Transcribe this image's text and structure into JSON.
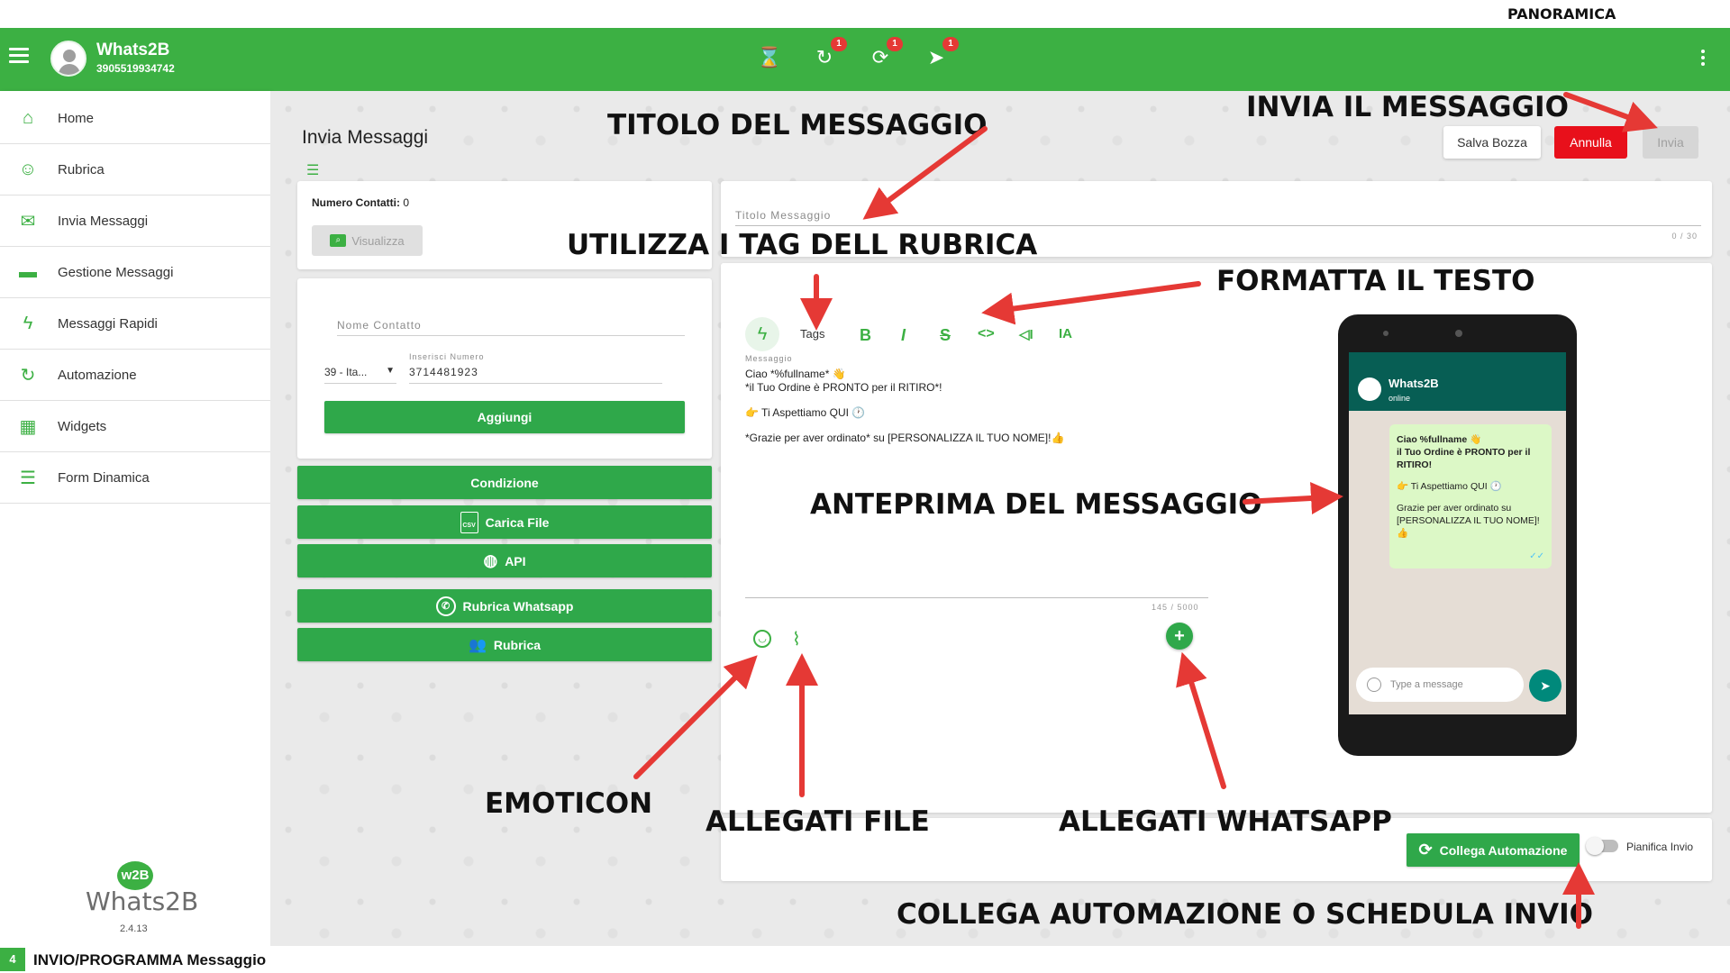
{
  "top_caption": "PANORAMICA",
  "appbar": {
    "app_name": "Whats2B",
    "phone": "3905519934742",
    "badges": [
      "1",
      "1",
      "1"
    ]
  },
  "sidebar": {
    "items": [
      {
        "label": "Home",
        "icon": "home-icon"
      },
      {
        "label": "Rubrica",
        "icon": "contacts-icon"
      },
      {
        "label": "Invia Messaggi",
        "icon": "mail-icon"
      },
      {
        "label": "Gestione Messaggi",
        "icon": "folder-icon"
      },
      {
        "label": "Messaggi Rapidi",
        "icon": "bolt-icon"
      },
      {
        "label": "Automazione",
        "icon": "sync-icon"
      },
      {
        "label": "Widgets",
        "icon": "widgets-icon"
      },
      {
        "label": "Form Dinamica",
        "icon": "form-icon"
      }
    ],
    "logo_mark": "w2B",
    "logo_text": "Whats2B",
    "version": "2.4.13"
  },
  "page": {
    "title": "Invia Messaggi",
    "buttons": {
      "draft": "Salva Bozza",
      "cancel": "Annulla",
      "send": "Invia"
    },
    "contacts_count_label": "Numero Contatti:",
    "contacts_count": "0",
    "view_button": "Visualizza",
    "contact_name_placeholder": "Nome Contatto",
    "country_code": "39 - Ita...",
    "number_label": "Inserisci Numero",
    "number_value": "3714481923",
    "add_button": "Aggiungi",
    "condition_button": "Condizione",
    "upload_button": "Carica File",
    "api_button": "API",
    "whatsapp_contacts_button": "Rubrica Whatsapp",
    "contacts_button": "Rubrica",
    "message_title_placeholder": "Titolo Messaggio",
    "title_counter": "0 / 30",
    "tags_label": "Tags",
    "message_label": "Messaggio",
    "message_lines": [
      "Ciao *%fullname* 👋",
      "*il Tuo Ordine è PRONTO per il RITIRO*!",
      "👉 Ti Aspettiamo QUI 🕐",
      "*Grazie per aver ordinato* su [PERSONALIZZA IL TUO NOME]!👍"
    ],
    "message_counter": "145 / 5000",
    "automation_button": "Collega Automazione",
    "schedule_label": "Pianifica Invio",
    "schedule_enabled": false
  },
  "preview": {
    "contact_name": "Whats2B",
    "status": "online",
    "bubble_lines": [
      "Ciao %fullname 👋",
      "il Tuo Ordine è PRONTO per il RITIRO!",
      "👉 Ti Aspettiamo QUI 🕐",
      "Grazie per aver ordinato su [PERSONALIZZA IL TUO NOME]!👍"
    ],
    "input_placeholder": "Type a message"
  },
  "annotations": {
    "title": "TITOLO DEL MESSAGGIO",
    "send": "INVIA IL MESSAGGIO",
    "tags": "UTILIZZA I TAG DELL RUBRICA",
    "format": "FORMATTA IL TESTO",
    "preview": "ANTEPRIMA DEL MESSAGGIO",
    "emoticon": "EMOTICON",
    "files": "ALLEGATI FILE",
    "whatsapp": "ALLEGATI WHATSAPP",
    "automation": "COLLEGA AUTOMAZIONE O SCHEDULA INVIO"
  },
  "bottom_bar": {
    "number": "4",
    "text": "INVIO/PROGRAMMA Messaggio"
  },
  "colors": {
    "brand_green": "#3cb043",
    "cancel_red": "#e8101b",
    "arrow_red": "#e53935"
  }
}
